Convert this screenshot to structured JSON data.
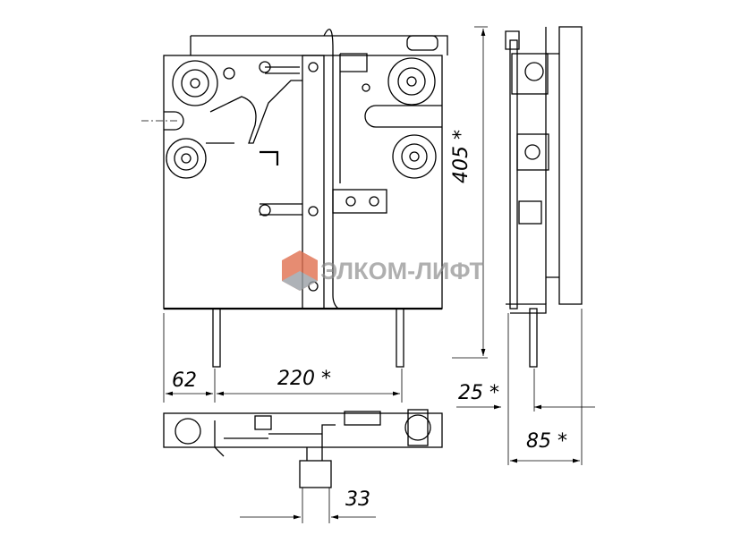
{
  "watermark": {
    "text": "ЭЛКОМ-ЛИФТ"
  },
  "dimensions": {
    "height": "405 *",
    "left_offset": "62",
    "rail_spacing": "220 *",
    "side_offset": "25 *",
    "depth": "85 *",
    "bottom_offset": "33"
  }
}
